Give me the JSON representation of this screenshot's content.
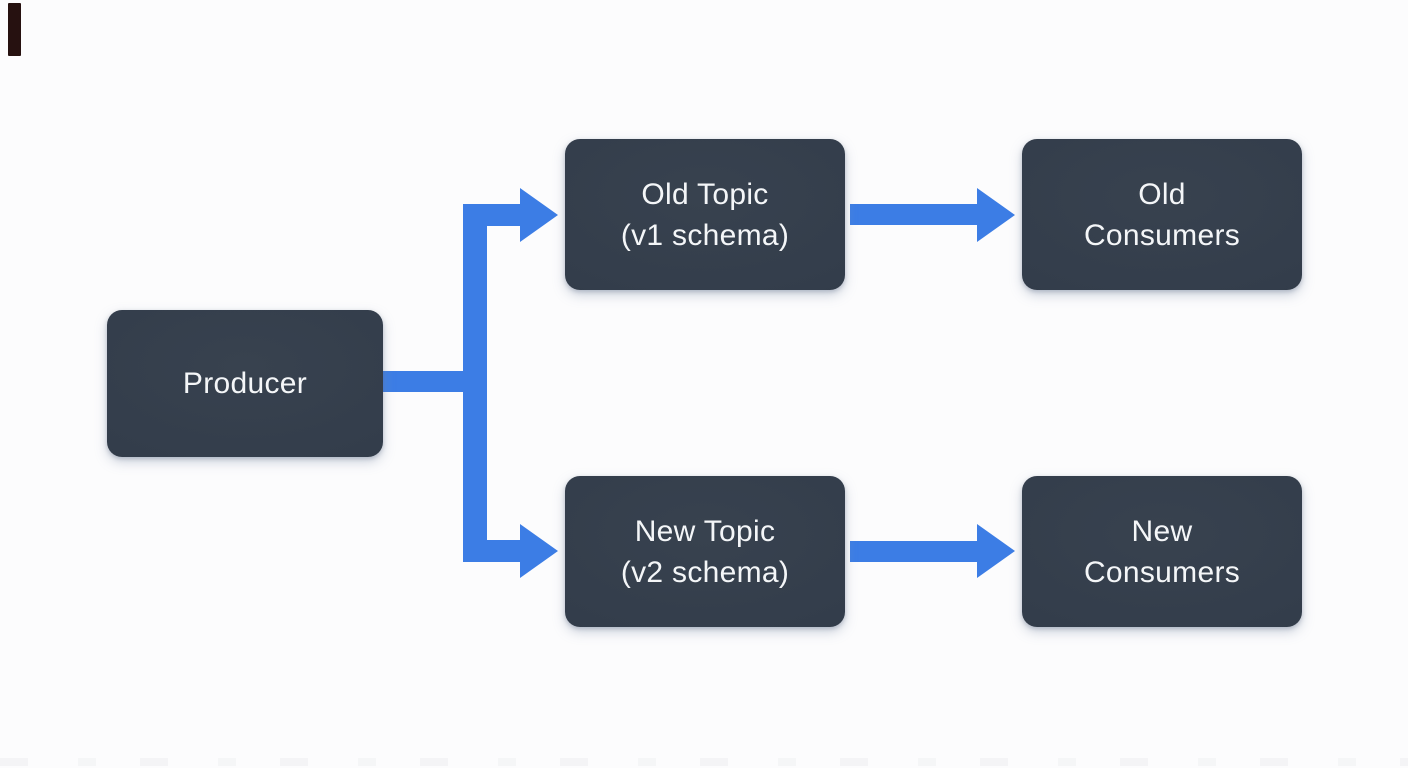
{
  "diagram": {
    "type": "flow-diagram",
    "colors": {
      "background": "#fcfcfd",
      "node_fill": "#333d4b",
      "arrow": "#3c7de5",
      "text": "#f4f6f8"
    },
    "nodes": [
      {
        "id": "producer",
        "label": "Producer",
        "line1": "Producer",
        "line2": ""
      },
      {
        "id": "old-topic",
        "label": "Old Topic (v1 schema)",
        "line1": "Old Topic",
        "line2": "(v1 schema)"
      },
      {
        "id": "new-topic",
        "label": "New Topic (v2 schema)",
        "line1": "New Topic",
        "line2": "(v2 schema)"
      },
      {
        "id": "old-consumers",
        "label": "Old Consumers",
        "line1": "Old",
        "line2": "Consumers"
      },
      {
        "id": "new-consumers",
        "label": "New Consumers",
        "line1": "New",
        "line2": "Consumers"
      }
    ],
    "edges": [
      {
        "from": "producer",
        "to": "old-topic"
      },
      {
        "from": "producer",
        "to": "new-topic"
      },
      {
        "from": "old-topic",
        "to": "old-consumers"
      },
      {
        "from": "new-topic",
        "to": "new-consumers"
      }
    ]
  }
}
